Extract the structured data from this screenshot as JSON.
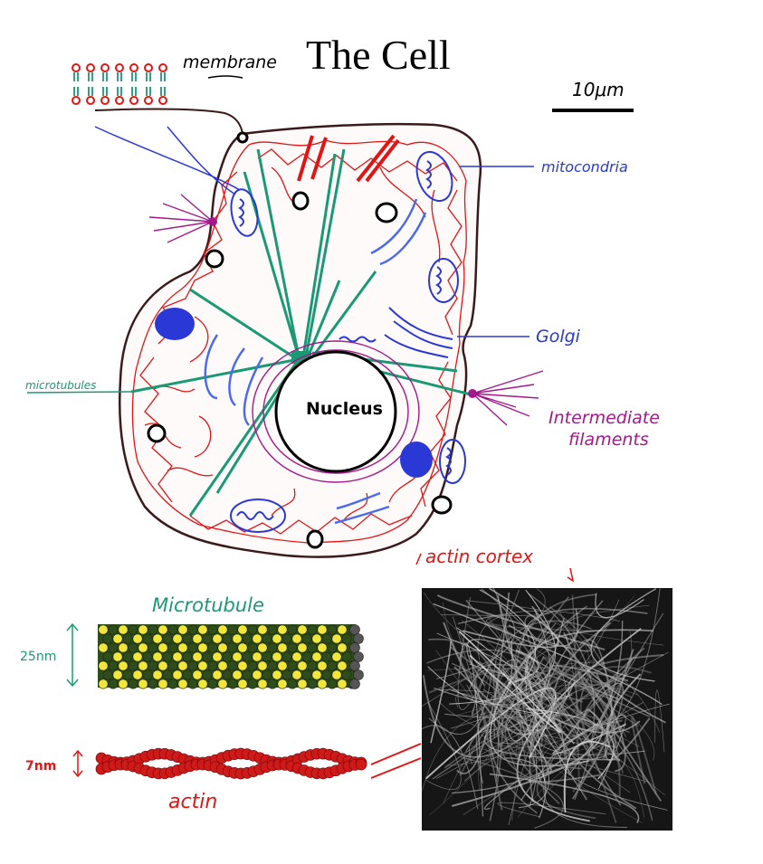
{
  "title": "The Cell",
  "labels": {
    "membrane": "membrane",
    "scale": "10μm",
    "mitochondria": "mitocondria",
    "golgi": "Golgi",
    "microtubules": "microtubules",
    "intermediate_1": "Intermediate",
    "intermediate_2": "filaments",
    "nucleus": "Nucleus",
    "actin_cortex": "actin cortex",
    "microtubule": "Microtubule",
    "mt_size": "25nm",
    "actin": "actin",
    "actin_size": "7nm"
  },
  "colors": {
    "membrane": "#3a1a1a",
    "actin": "#e31414",
    "microtubule": "#1a9a74",
    "mitochondria": "#2a39d6",
    "intermediate": "#a3198c",
    "mt_yellow": "#f2e63a",
    "mt_dark": "#2f4d1c",
    "actin_bead": "#d01a1a"
  }
}
